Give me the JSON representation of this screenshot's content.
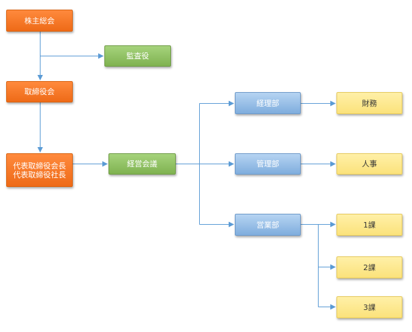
{
  "nodes": {
    "shareholders": "株主総会",
    "auditor": "監査役",
    "board": "取締役会",
    "ceo_line1": "代表取締役会長",
    "ceo_line2": "代表取締役社長",
    "management_meeting": "経営会議",
    "accounting": "経理部",
    "admin": "管理部",
    "sales": "営業部",
    "finance": "財務",
    "hr": "人事",
    "section1": "1課",
    "section2": "2課",
    "section3": "3課"
  },
  "colors": {
    "executive": "#f07020",
    "council": "#8dc063",
    "department": "#8fb8e3",
    "team": "#fde58b",
    "connector": "#5b9bd5"
  }
}
